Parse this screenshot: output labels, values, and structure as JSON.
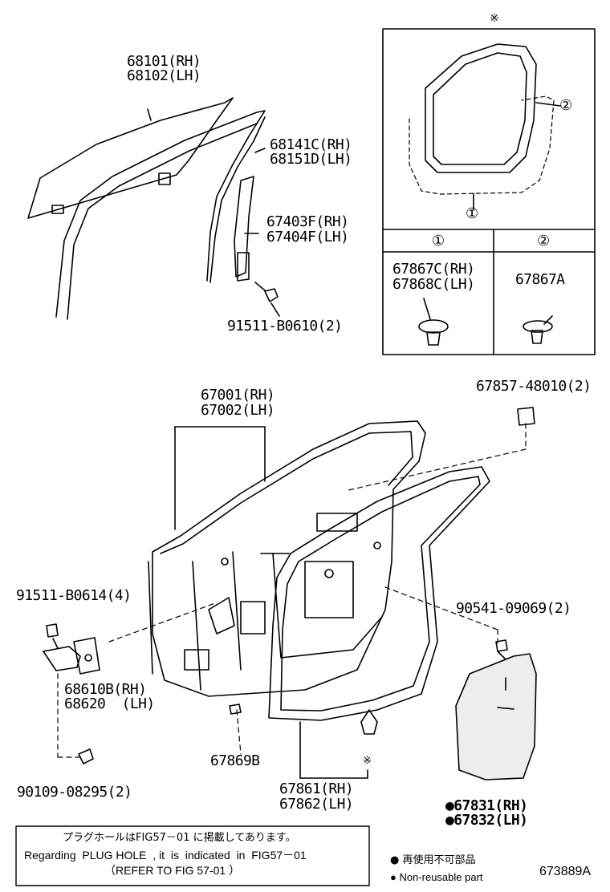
{
  "diagram": {
    "inset_mark": "※",
    "callouts": {
      "glass": [
        "68101(RH)",
        "68102(LH)"
      ],
      "run_channel": [
        "68141C(RH)",
        "68151D(LH)"
      ],
      "division_bar": [
        "67403F(RH)",
        "67404F(LH)"
      ],
      "bolt_upper": "91511-B0610(2)",
      "door_panel": [
        "67001(RH)",
        "67002(LH)"
      ],
      "cushion": "67857-48010(2)",
      "bolt_hinge": "91511-B0614(4)",
      "clip_nut": "90541-09069(2)",
      "hinge": [
        "68610B(RH)",
        "68620  (LH)"
      ],
      "clip_lower": "67869B",
      "pin": "90109-08295(2)",
      "weatherstrip": [
        "67861(RH)",
        "67862(LH)"
      ],
      "service_hole_cover": [
        "●67831(RH)",
        "●67832(LH)"
      ],
      "weatherstrip_mark": "※"
    },
    "inset": {
      "marker_1": "①",
      "marker_2": "②",
      "header_1": "①",
      "header_2": "②",
      "clip_1": [
        "67867C(RH)",
        "67868C(LH)"
      ],
      "clip_2": "67867A"
    },
    "notes": {
      "jp": "プラグホールはFIG57－01 に掲載してあります。",
      "en": "Regarding  PLUG HOLE  , it  is  indicated  in  FIG57－01",
      "refer": "（REFER TO FIG 57-01 ）"
    },
    "legend": {
      "jp": "● 再使用不可部品",
      "en": "● Non-reusable part"
    },
    "figure_id": "673889A"
  }
}
